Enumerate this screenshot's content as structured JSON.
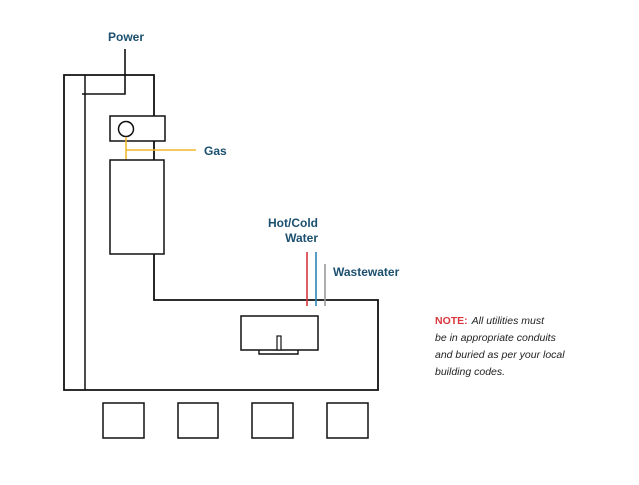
{
  "labels": {
    "power": "Power",
    "gas": "Gas",
    "water_line1": "Hot/Cold",
    "water_line2": "Water",
    "wastewater": "Wastewater"
  },
  "note": {
    "label": "NOTE:",
    "lines": [
      "All utilities must",
      "be in appropriate conduits",
      "and buried as per your local",
      "building codes."
    ]
  },
  "colors": {
    "outline": "#111111",
    "label_text": "#1b4f6e",
    "power_line": "#111111",
    "gas_line": "#f0b72f",
    "hot_water_line": "#d9363e",
    "cold_water_line": "#2e86b5",
    "wastewater_line": "#9a9a9a",
    "note_label": "#d9363e",
    "note_text": "#222222"
  }
}
